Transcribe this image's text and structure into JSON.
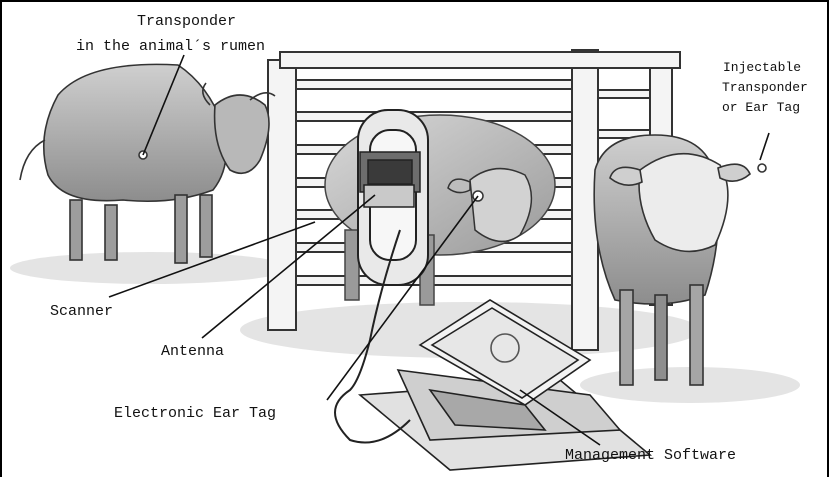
{
  "labels": {
    "rumen_transponder_line1": "Transponder",
    "rumen_transponder_line2": "in the animal´s rumen",
    "injectable_line1": "Injectable",
    "injectable_line2": "Transponder",
    "injectable_line3": "or Ear Tag",
    "scanner": "Scanner",
    "antenna": "Antenna",
    "electronic_ear_tag": "Electronic Ear Tag",
    "management_software": "Management Software"
  }
}
